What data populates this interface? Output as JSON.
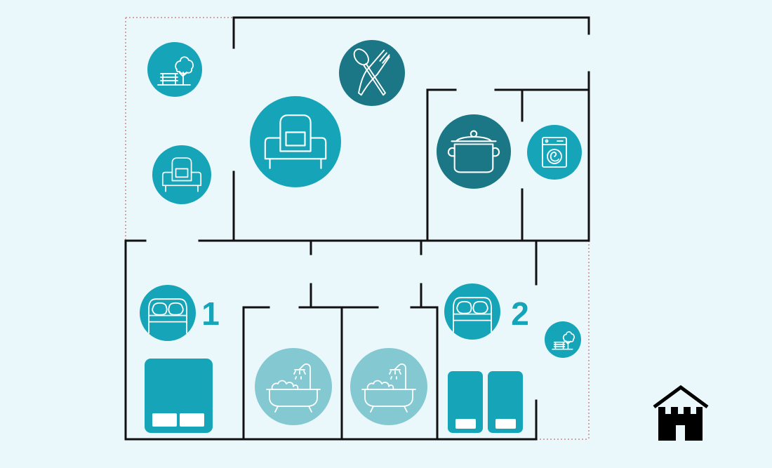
{
  "colors": {
    "background": "#eaf8fb",
    "wall": "#111111",
    "boundary": "#d4a5a5",
    "teal_bright": "#16a5b8",
    "teal_dark": "#1b7685",
    "teal_light": "#84c8d1",
    "icon_stroke": "#ffffff"
  },
  "bedrooms": [
    {
      "number": "1",
      "bed_type": "double"
    },
    {
      "number": "2",
      "bed_type": "twin"
    }
  ],
  "icons": {
    "balcony_left": "garden-bench-tree-icon",
    "armchair_small": "armchair-icon",
    "sofa_living": "sofa-icon",
    "dining": "fork-spoon-icon",
    "kitchen": "cooking-pot-icon",
    "laundry": "washing-machine-icon",
    "bedroom": "bed-icon",
    "bathroom": "bathtub-shower-icon",
    "balcony_right": "garden-bench-tree-icon",
    "legend": "castle-house-icon"
  }
}
